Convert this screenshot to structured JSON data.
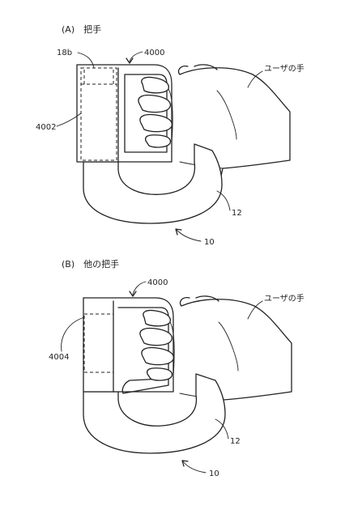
{
  "panel_a": {
    "title": "(A)　把手",
    "labels": {
      "ref_4000": "4000",
      "ref_18b": "18b",
      "ref_4002": "4002",
      "ref_12": "12",
      "ref_10": "10",
      "user_hand": "ユーザの手"
    }
  },
  "panel_b": {
    "title": "(B)　他の把手",
    "labels": {
      "ref_4000": "4000",
      "ref_4004": "4004",
      "ref_12": "12",
      "ref_10": "10",
      "user_hand": "ユーザの手"
    }
  },
  "colors": {
    "line": "#222222",
    "background": "#ffffff"
  }
}
